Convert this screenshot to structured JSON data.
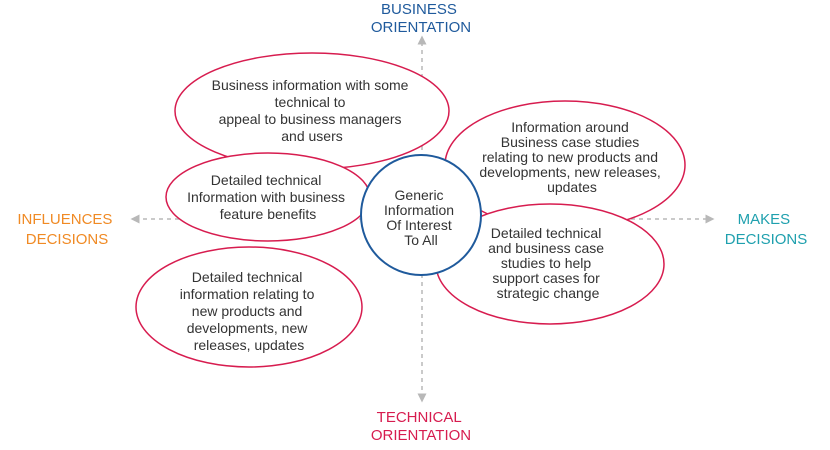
{
  "axes": {
    "top": {
      "line1": "BUSINESS",
      "line2": "ORIENTATION",
      "color": "#1f5a9c"
    },
    "bottom": {
      "line1": "TECHNICAL",
      "line2": "ORIENTATION",
      "color": "#d71c4f"
    },
    "left": {
      "line1": "INFLUENCES",
      "line2": "DECISIONS",
      "color": "#f08a24"
    },
    "right": {
      "line1": "MAKES",
      "line2": "DECISIONS",
      "color": "#1fa0ae"
    },
    "line_color": "#b8b8b8"
  },
  "center": {
    "lines": [
      "Generic",
      "Information",
      "Of Interest",
      "To All"
    ],
    "color": "#1f5a9c"
  },
  "bubbles": {
    "top": {
      "lines": [
        "Business information with some",
        "technical to",
        "appeal to business managers",
        "and users"
      ]
    },
    "mid_left": {
      "lines": [
        "Detailed technical",
        "Information with business",
        "feature benefits"
      ]
    },
    "right_top": {
      "lines": [
        "Information around",
        "Business case studies",
        "relating to new products and",
        "developments, new releases,",
        "updates"
      ]
    },
    "right_bottom": {
      "lines": [
        "Detailed technical",
        "and business case",
        "studies to help",
        "support cases for",
        "strategic change"
      ]
    },
    "bottom_left": {
      "lines": [
        "Detailed technical",
        "information relating to",
        "new products and",
        "developments, new",
        "releases, updates"
      ]
    },
    "stroke_color": "#d71c4f"
  }
}
